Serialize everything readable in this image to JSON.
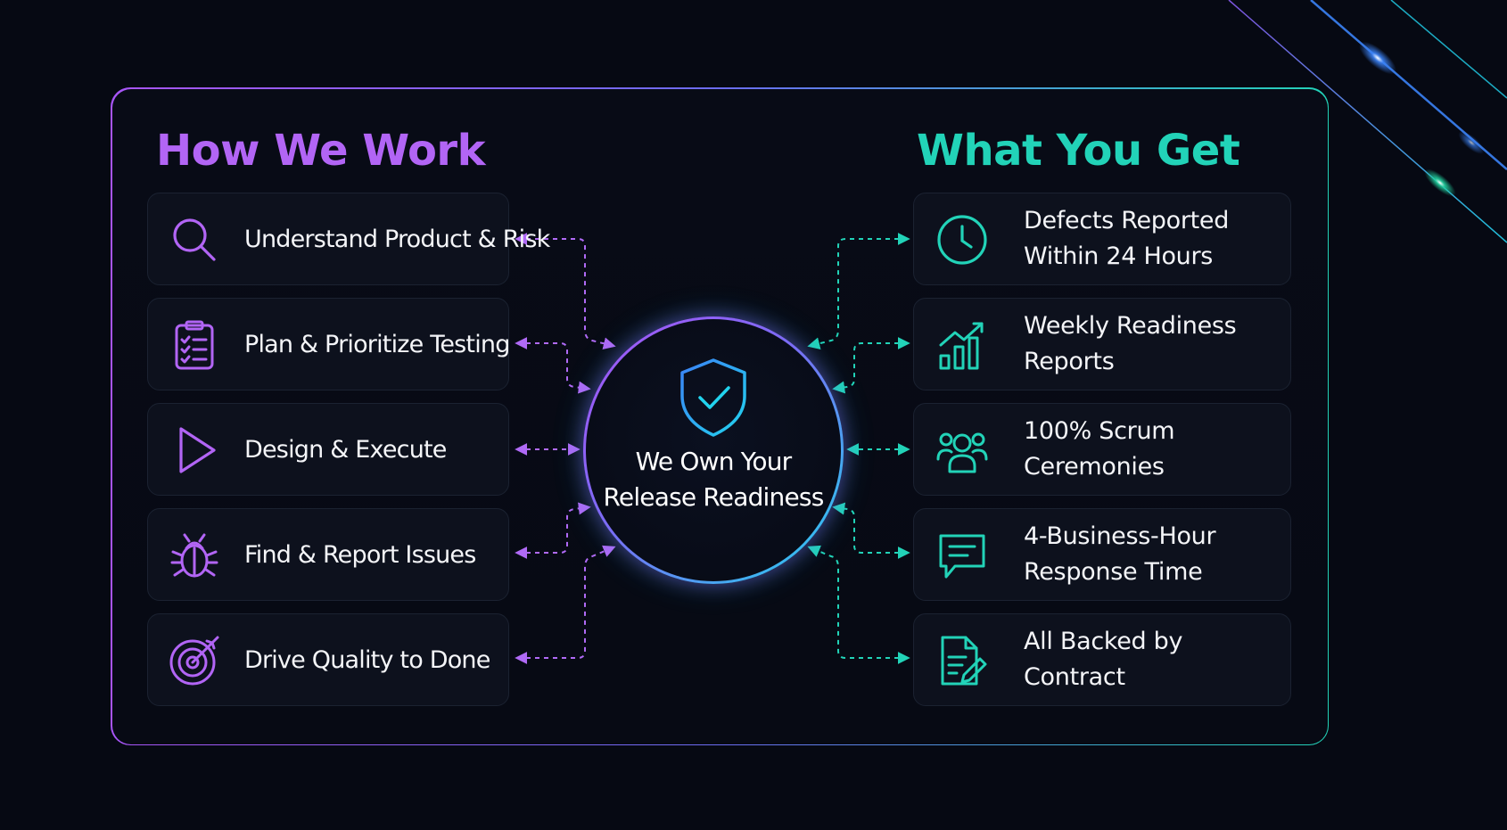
{
  "left_column": {
    "title": "How We Work",
    "items": [
      {
        "label": "Understand Product & Risk",
        "icon": "magnifier-icon"
      },
      {
        "label": "Plan & Prioritize Testing",
        "icon": "clipboard-checklist-icon"
      },
      {
        "label": "Design & Execute",
        "icon": "play-icon"
      },
      {
        "label": "Find & Report Issues",
        "icon": "bug-icon"
      },
      {
        "label": "Drive Quality to Done",
        "icon": "target-icon"
      }
    ]
  },
  "center": {
    "icon": "shield-check-icon",
    "line1": "We Own Your",
    "line2": "Release Readiness"
  },
  "right_column": {
    "title": "What You Get",
    "items": [
      {
        "line1": "Defects Reported",
        "line2": "Within 24 Hours",
        "icon": "clock-icon"
      },
      {
        "line1": "Weekly Readiness",
        "line2": "Reports",
        "icon": "bar-chart-trend-icon"
      },
      {
        "line1": "100% Scrum",
        "line2": "Ceremonies",
        "icon": "team-icon"
      },
      {
        "line1": "4-Business-Hour",
        "line2": "Response Time",
        "icon": "chat-bubble-icon"
      },
      {
        "line1": "All Backed by",
        "line2": "Contract",
        "icon": "signed-document-icon"
      }
    ]
  },
  "colors": {
    "purple": "#a855f7",
    "teal": "#22d3b8",
    "cyan": "#22d3ee",
    "background": "#060913",
    "card": "#0d111d"
  }
}
